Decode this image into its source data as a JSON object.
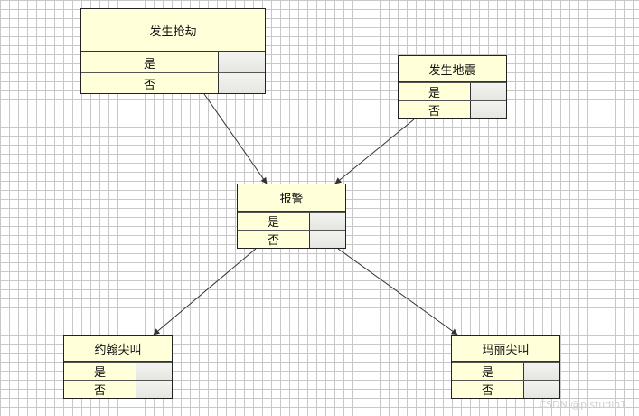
{
  "nodes": {
    "robbery": {
      "title": "发生抢劫",
      "states": [
        "是",
        "否"
      ]
    },
    "earthquake": {
      "title": "发生地震",
      "states": [
        "是",
        "否"
      ]
    },
    "alarm": {
      "title": "报警",
      "states": [
        "是",
        "否"
      ]
    },
    "john": {
      "title": "约翰尖叫",
      "states": [
        "是",
        "否"
      ]
    },
    "mary": {
      "title": "玛丽尖叫",
      "states": [
        "是",
        "否"
      ]
    }
  },
  "edges": [
    {
      "from": "robbery",
      "to": "alarm"
    },
    {
      "from": "earthquake",
      "to": "alarm"
    },
    {
      "from": "alarm",
      "to": "john"
    },
    {
      "from": "alarm",
      "to": "mary"
    }
  ],
  "watermark": "CSDN @pistudio1"
}
